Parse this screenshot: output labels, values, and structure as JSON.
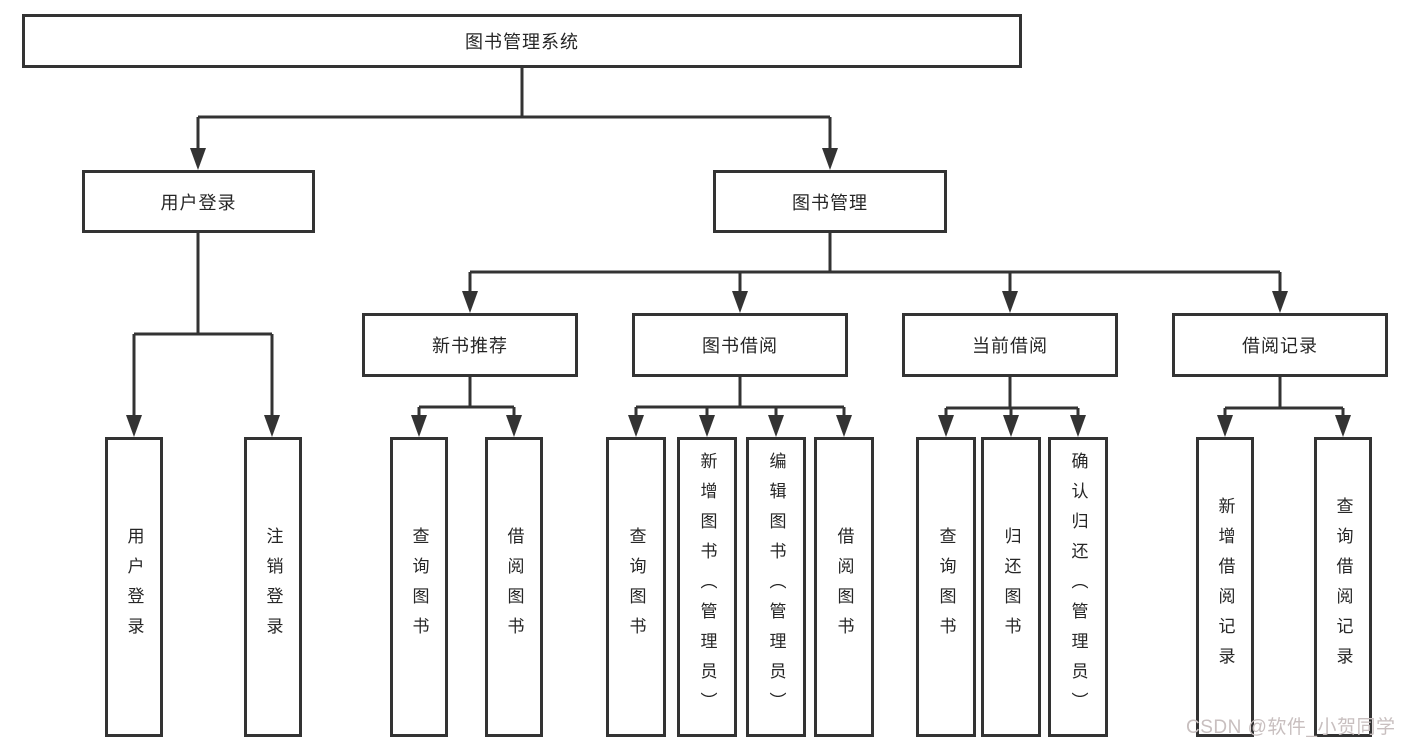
{
  "diagram": {
    "type": "hierarchy-tree",
    "colors": {
      "line": "#333333",
      "box_border": "#333333",
      "box_fill": "#ffffff",
      "text": "#262626",
      "background": "#ffffff",
      "watermark": "#c8bfbf"
    },
    "tree": {
      "label": "图书管理系统",
      "children": [
        {
          "label": "用户登录",
          "children": [
            {
              "label": "用户登录"
            },
            {
              "label": "注销登录"
            }
          ]
        },
        {
          "label": "图书管理",
          "children": [
            {
              "label": "新书推荐",
              "children": [
                {
                  "label": "查询图书"
                },
                {
                  "label": "借阅图书"
                }
              ]
            },
            {
              "label": "图书借阅",
              "children": [
                {
                  "label": "查询图书"
                },
                {
                  "label": "新增图书（管理员）"
                },
                {
                  "label": "编辑图书（管理员）"
                },
                {
                  "label": "借阅图书"
                }
              ]
            },
            {
              "label": "当前借阅",
              "children": [
                {
                  "label": "查询图书"
                },
                {
                  "label": "归还图书"
                },
                {
                  "label": "确认归还（管理员）"
                }
              ]
            },
            {
              "label": "借阅记录",
              "children": [
                {
                  "label": "新增借阅记录"
                },
                {
                  "label": "查询借阅记录"
                }
              ]
            }
          ]
        }
      ]
    },
    "watermark": "CSDN @软件_小贺同学"
  }
}
